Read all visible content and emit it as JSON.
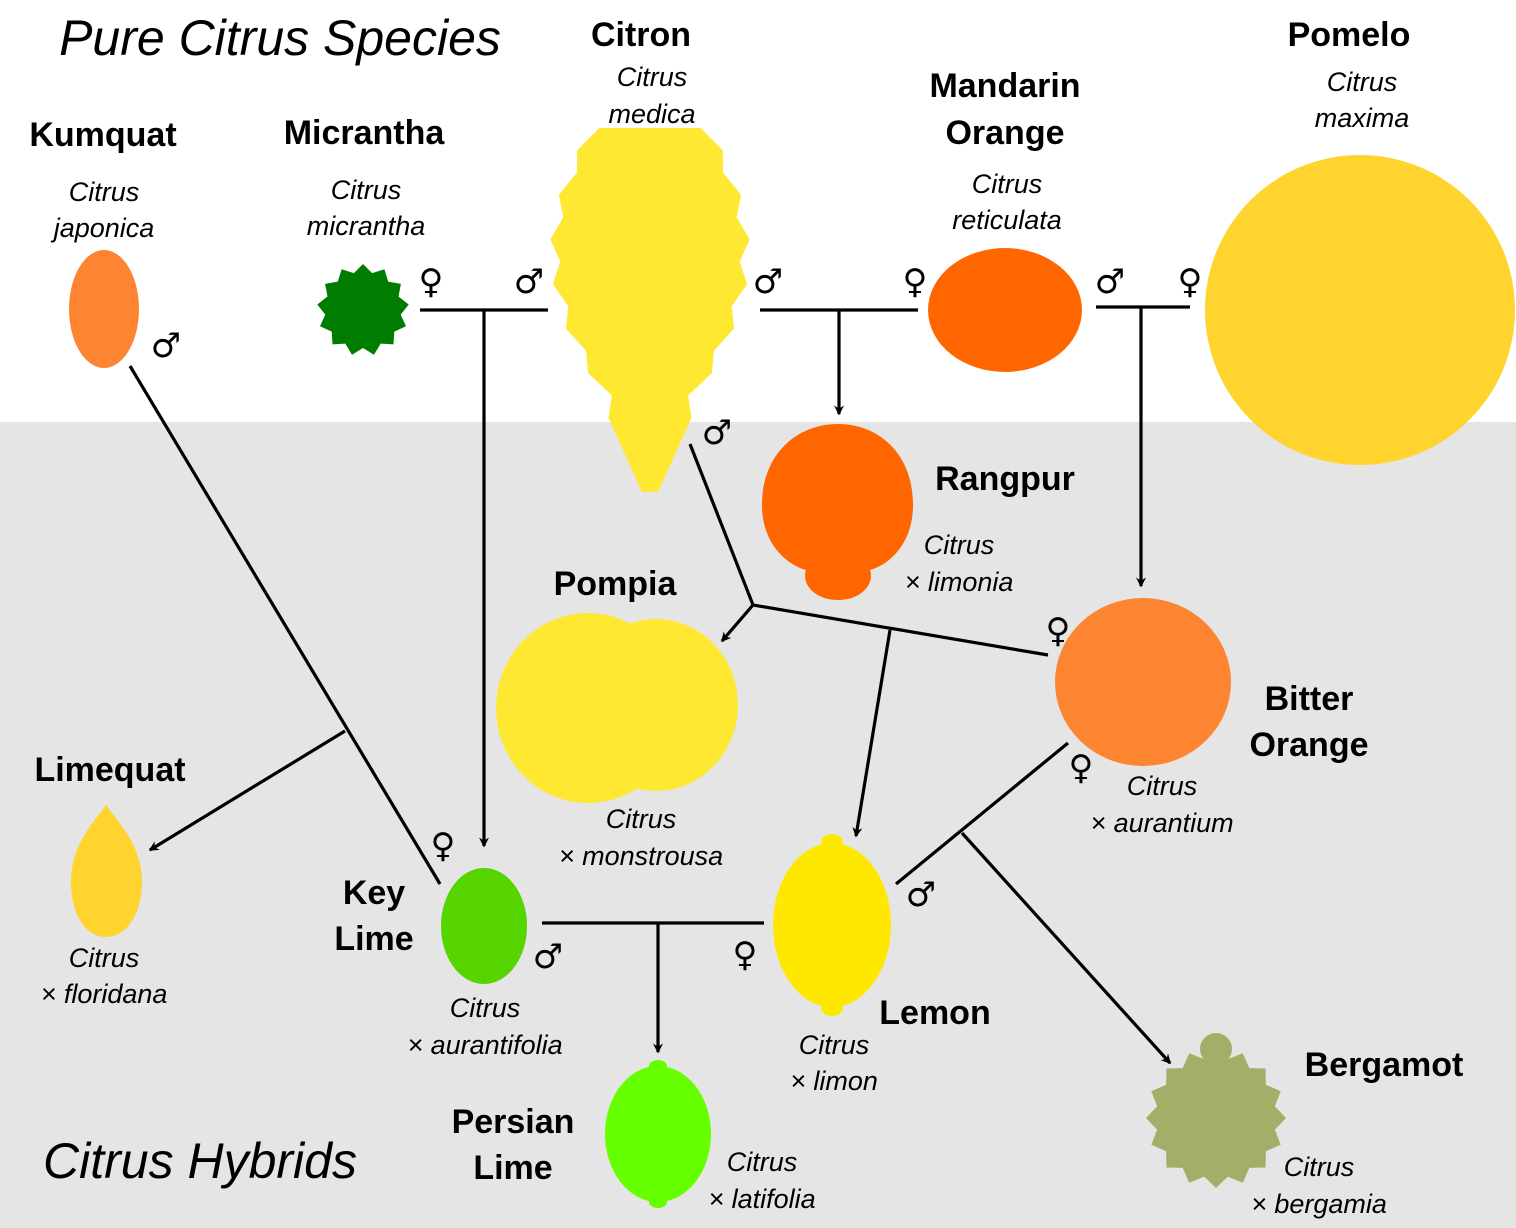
{
  "sections": {
    "pure_title": "Pure Citrus Species",
    "hybrid_title": "Citrus Hybrids"
  },
  "symbols": {
    "male": "♂",
    "female": "♀"
  },
  "colors": {
    "hybrid_background": "#e5e5e5",
    "kumquat": "#fd8430",
    "micrantha": "#007c00",
    "citron": "#ffe832",
    "mandarin": "#ff6600",
    "pomelo": "#ffd42e",
    "rangpur": "#ff6600",
    "pompia": "#ffe832",
    "bitter_orange": "#fd8430",
    "limequat": "#ffd42e",
    "key_lime": "#55d400",
    "lemon": "#ffe800",
    "persian_lime": "#66ff00",
    "bergamot": "#a3ae68"
  },
  "fruits": {
    "kumquat": {
      "name_lines": [
        "Kumquat"
      ],
      "sci_lines": [
        "Citrus",
        "japonica"
      ]
    },
    "micrantha": {
      "name_lines": [
        "Micrantha"
      ],
      "sci_lines": [
        "Citrus",
        "micrantha"
      ]
    },
    "citron": {
      "name_lines": [
        "Citron"
      ],
      "sci_lines": [
        "Citrus",
        "medica"
      ]
    },
    "mandarin": {
      "name_lines": [
        "Mandarin",
        "Orange"
      ],
      "sci_lines": [
        "Citrus",
        "reticulata"
      ]
    },
    "pomelo": {
      "name_lines": [
        "Pomelo"
      ],
      "sci_lines": [
        "Citrus",
        "maxima"
      ]
    },
    "rangpur": {
      "name_lines": [
        "Rangpur"
      ],
      "sci_lines": [
        "Citrus",
        "× limonia"
      ]
    },
    "pompia": {
      "name_lines": [
        "Pompia"
      ],
      "sci_lines": [
        "Citrus",
        "× monstrousa"
      ]
    },
    "bitter_orange": {
      "name_lines": [
        "Bitter",
        "Orange"
      ],
      "sci_lines": [
        "Citrus",
        "× aurantium"
      ]
    },
    "limequat": {
      "name_lines": [
        "Limequat"
      ],
      "sci_lines": [
        "Citrus",
        "× floridana"
      ]
    },
    "key_lime": {
      "name_lines": [
        "Key",
        "Lime"
      ],
      "sci_lines": [
        "Citrus",
        "× aurantifolia"
      ]
    },
    "lemon": {
      "name_lines": [
        "Lemon"
      ],
      "sci_lines": [
        "Citrus",
        "× limon"
      ]
    },
    "persian_lime": {
      "name_lines": [
        "Persian",
        "Lime"
      ],
      "sci_lines": [
        "Citrus",
        "× latifolia"
      ]
    },
    "bergamot": {
      "name_lines": [
        "Bergamot"
      ],
      "sci_lines": [
        "Citrus",
        "× bergamia"
      ]
    }
  }
}
